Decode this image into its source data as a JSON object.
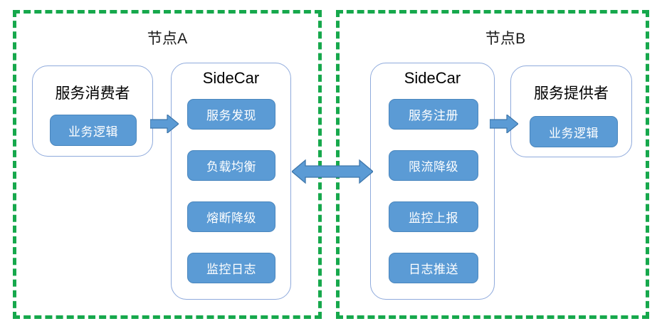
{
  "diagram": {
    "title_a": "节点A",
    "title_b": "节点B",
    "accent_blue": "#5b9bd5",
    "accent_blue_border": "#4a86bd",
    "node_border_green": "#16a84c",
    "card_border_blue": "#8faadc"
  },
  "node_a": {
    "label": "节点A",
    "consumer": {
      "title": "服务消费者",
      "module": "业务逻辑"
    },
    "sidecar": {
      "title": "SideCar",
      "modules": [
        "服务发现",
        "负载均衡",
        "熔断降级",
        "监控日志"
      ]
    }
  },
  "node_b": {
    "label": "节点B",
    "sidecar": {
      "title": "SideCar",
      "modules": [
        "服务注册",
        "限流降级",
        "监控上报",
        "日志推送"
      ]
    },
    "provider": {
      "title": "服务提供者",
      "module": "业务逻辑"
    }
  },
  "connectors": {
    "consumer_to_sidecar": "arrow-right",
    "sidecar_to_provider": "arrow-right",
    "sidecar_to_sidecar": "arrow-bidirectional"
  }
}
